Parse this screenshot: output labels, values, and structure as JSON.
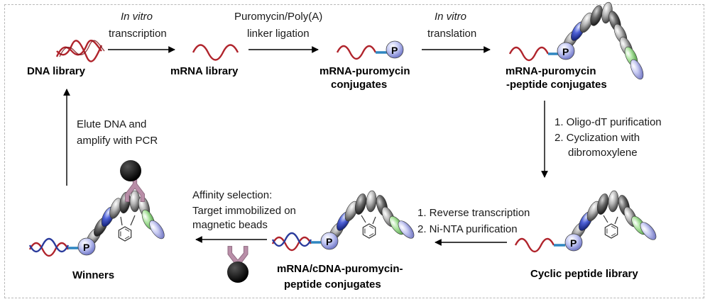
{
  "nodes": {
    "dna_library": "DNA library",
    "mrna_library": "mRNA library",
    "mrna_puromycin_1": "mRNA-puromycin",
    "mrna_puromycin_2": "conjugates",
    "mrna_peptide_1": "mRNA-puromycin",
    "mrna_peptide_2": "-peptide conjugates",
    "cyclic_library": "Cyclic peptide library",
    "cdna_1": "mRNA/cDNA-puromycin-",
    "cdna_2": "peptide conjugates",
    "winners": "Winners"
  },
  "steps": {
    "transcription_1": "In vitro",
    "transcription_2": "transcription",
    "ligation_1": "Puromycin/Poly(A)",
    "ligation_2": "linker ligation",
    "translation_1": "In vitro",
    "translation_2": "translation",
    "purify_1": "1. Oligo-dT purification",
    "purify_2": "2. Cyclization with",
    "purify_3": "dibromoxylene",
    "rt_1": "1. Reverse transcription",
    "rt_2": "2. Ni-NTA purification",
    "affinity_1": "Affinity selection:",
    "affinity_2": "Target immobilized on",
    "affinity_3": "magnetic beads",
    "elute_1": "Elute DNA and",
    "elute_2": "amplify with PCR"
  },
  "puromycin_label": "P",
  "colors": {
    "rna": "#b0242c",
    "dna_strand": "#2a3b9c",
    "linker": "#2e86c1",
    "puromycin": "#b7bdf0",
    "residue_gray": "#9a9a9a",
    "residue_dark": "#505050",
    "residue_blue": "#3b4fc4",
    "residue_green": "#9bd68f",
    "residue_lavender": "#bfc2ee",
    "antibody": "#b98ea8",
    "bead": "#000000"
  }
}
